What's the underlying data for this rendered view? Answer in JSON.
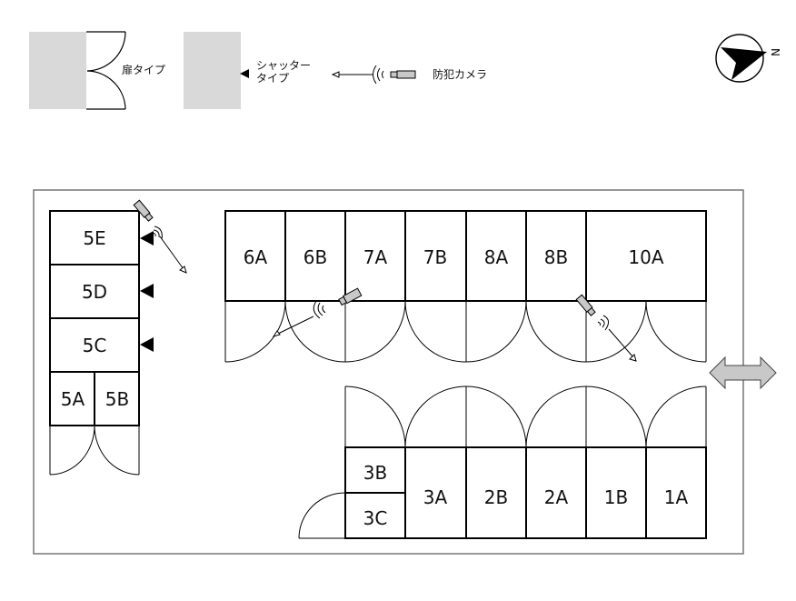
{
  "legend": {
    "door_type": "扉タイプ",
    "shutter_type_line1": "シャッター",
    "shutter_type_line2": "タイプ",
    "camera": "防犯カメラ"
  },
  "compass": {
    "north_label": "N"
  },
  "units": {
    "west_column": [
      "5E",
      "5D",
      "5C",
      "5A",
      "5B"
    ],
    "north_row": [
      "6A",
      "6B",
      "7A",
      "7B",
      "8A",
      "8B",
      "10A"
    ],
    "south_row": [
      "3B",
      "3C",
      "3A",
      "2B",
      "2A",
      "1B",
      "1A"
    ]
  },
  "colors": {
    "legend_fill": "#d9d9d9",
    "camera_fill": "#c8c8c8",
    "arrow_fill": "#c8c8c8",
    "line": "#000000",
    "boundary": "#777777"
  }
}
